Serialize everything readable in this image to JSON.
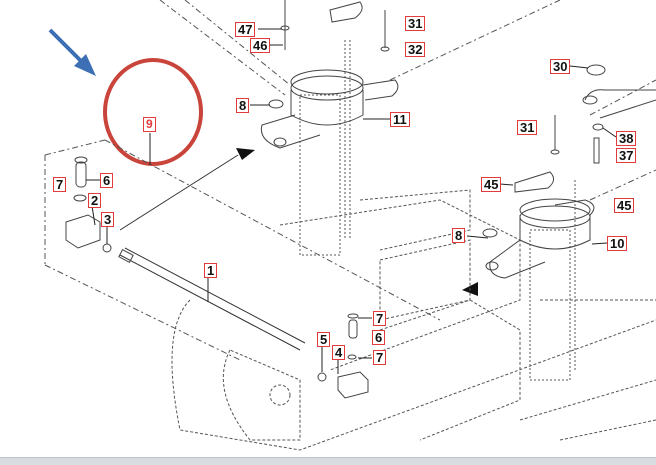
{
  "diagram": {
    "callouts": [
      "47",
      "46",
      "31",
      "32",
      "30",
      "8",
      "11",
      "9",
      "31",
      "38",
      "37",
      "7",
      "6",
      "2",
      "3",
      "45",
      "45",
      "8",
      "10",
      "1",
      "5",
      "4",
      "7",
      "6",
      "7"
    ],
    "colors": {
      "callout_border": "#e23b3b",
      "annotation_circle": "#c9443a",
      "pointer_arrow": "#3d6fb5",
      "line": "#333333"
    }
  }
}
